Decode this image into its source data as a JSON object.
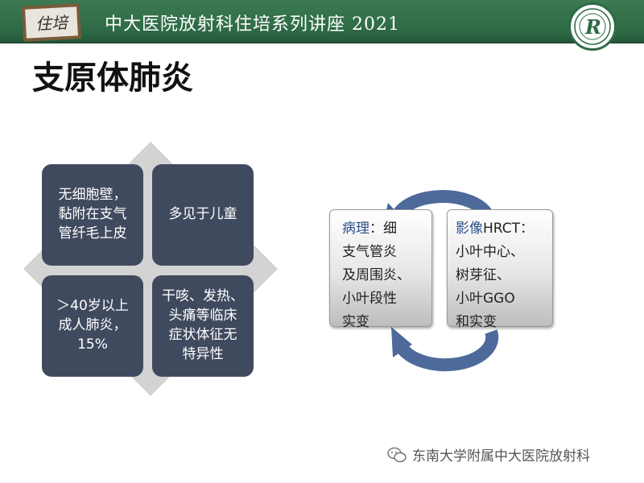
{
  "banner": {
    "title": "中大医院放射科住培系列讲座 2021",
    "badge_text": "住培",
    "logo_letter": "R",
    "bg_color": "#2e6b46"
  },
  "slide": {
    "title": "支原体肺炎"
  },
  "quadrants": [
    {
      "text": "无细胞壁，\n黏附在支气\n管纤毛上皮"
    },
    {
      "text": "多见于儿童"
    },
    {
      "text": "＞40岁以上\n成人肺炎，\n15%"
    },
    {
      "text": "干咳、发热、\n头痛等临床\n症状体征无\n特异性"
    }
  ],
  "cycle": {
    "left": {
      "keyword": "病理",
      "rest": "：细\n支气管炎\n及周围炎、\n小叶段性\n实变"
    },
    "right": {
      "keyword": "影像",
      "rest": "HRCT：\n小叶中心、\n树芽征、\n小叶GGO\n和实变"
    }
  },
  "footer": {
    "icon": "wechat-icon",
    "text": "东南大学附属中大医院放射科"
  },
  "colors": {
    "quad_fill": "#404a5f",
    "diamond_fill": "#d3d3d3",
    "arrow_fill": "#4d6a9a",
    "keyword": "#2a4f8a"
  }
}
